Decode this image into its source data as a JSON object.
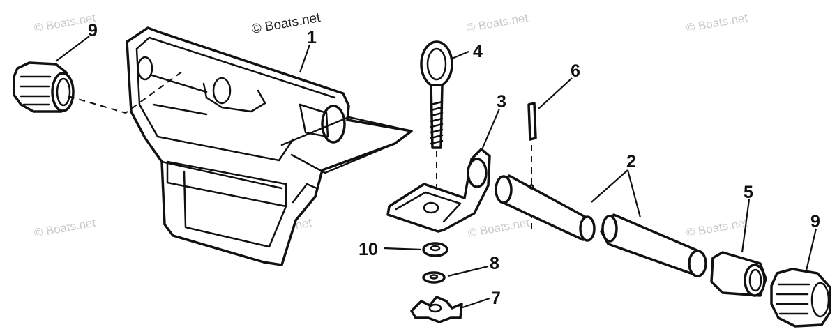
{
  "watermarks": {
    "main": "© Boats.net",
    "faint": "© Boats.net"
  },
  "callouts": [
    "1",
    "2",
    "3",
    "4",
    "5",
    "6",
    "7",
    "8",
    "9",
    "10"
  ],
  "colors": {
    "ink": "#111111",
    "watermark": "#c9c9c9",
    "background": "#ffffff"
  }
}
